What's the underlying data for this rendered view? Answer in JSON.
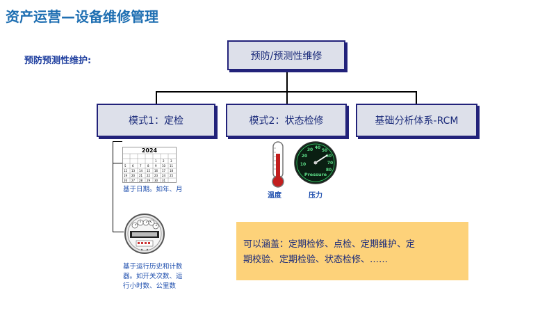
{
  "header": {
    "title": "资产运营—设备维修管理",
    "subtitle": "预防预测性维护:"
  },
  "diagram": {
    "root_label": "预防/预测性维修",
    "branches": [
      {
        "label": "模式1：定检"
      },
      {
        "label": "模式2：状态检修"
      },
      {
        "label": "基础分析体系-RCM"
      }
    ]
  },
  "calendar": {
    "year": "2024",
    "caption": "基于日期。如年、月"
  },
  "meter": {
    "caption_lines": [
      "基于运行历史和计数",
      "器。如开关次数、运",
      "行小时数、公里数"
    ]
  },
  "sensors": {
    "thermometer_label": "温度",
    "gauge_label": "压力",
    "gauge_unit": "Pressure",
    "gauge_ticks": [
      "10",
      "20",
      "30",
      "40",
      "50",
      "60",
      "70",
      "80"
    ]
  },
  "note": {
    "lines": [
      "可以涵盖：定期检修、点检、定期维护、定",
      "期校验、定期检验、状态检修、……"
    ]
  },
  "colors": {
    "title": "#1f6fb2",
    "box_fill": "#dde0ea",
    "box_border": "#22227a",
    "note_fill": "#fdd27a",
    "caption": "#1f4fae"
  }
}
